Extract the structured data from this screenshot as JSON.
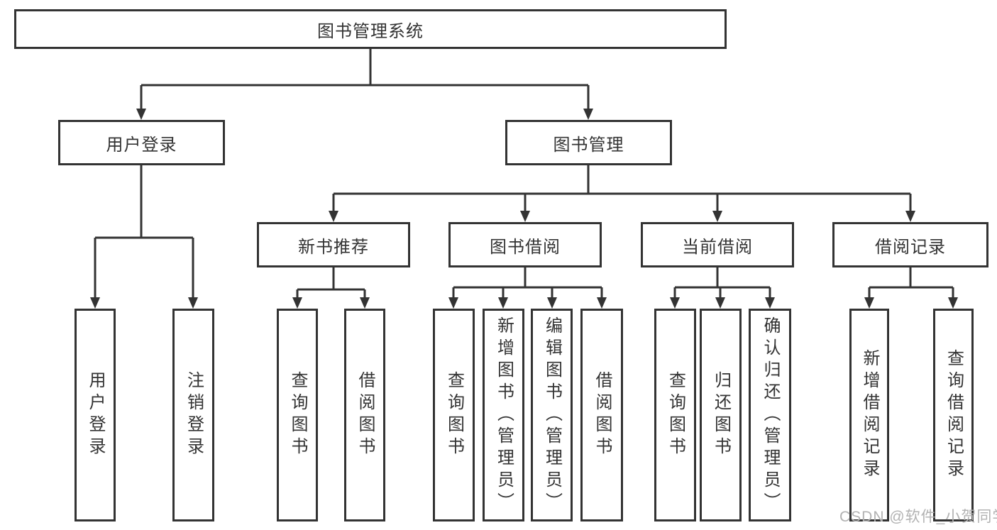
{
  "tree": {
    "label": "图书管理系统",
    "children": [
      {
        "label": "用户登录",
        "children": [
          {
            "label": "用户登录"
          },
          {
            "label": "注销登录"
          }
        ]
      },
      {
        "label": "图书管理",
        "children": [
          {
            "label": "新书推荐",
            "children": [
              {
                "label": "查询图书"
              },
              {
                "label": "借阅图书"
              }
            ]
          },
          {
            "label": "图书借阅",
            "children": [
              {
                "label": "查询图书"
              },
              {
                "label": "新增图书（管理员）"
              },
              {
                "label": "编辑图书（管理员）"
              },
              {
                "label": "借阅图书"
              }
            ]
          },
          {
            "label": "当前借阅",
            "children": [
              {
                "label": "查询图书"
              },
              {
                "label": "归还图书"
              },
              {
                "label": "确认归还（管理员）"
              }
            ]
          },
          {
            "label": "借阅记录",
            "children": [
              {
                "label": "新增借阅记录"
              },
              {
                "label": "查询借阅记录"
              }
            ]
          }
        ]
      }
    ]
  },
  "watermark": {
    "text": "CSDN @软件_小贺同学"
  },
  "colors": {
    "line": "#333333",
    "text": "#333333",
    "box_background": "#ffffff",
    "watermark": "#b2b2b2",
    "page_background": "#ffffff"
  }
}
